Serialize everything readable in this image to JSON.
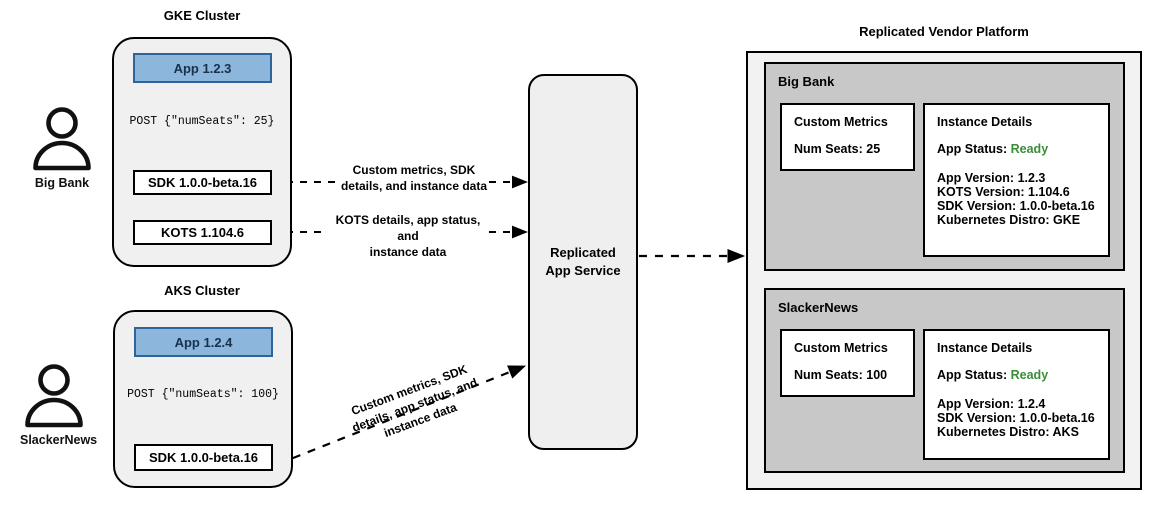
{
  "diagram": {
    "title_gke": "GKE Cluster",
    "title_aks": "AKS Cluster",
    "title_platform": "Replicated Vendor Platform"
  },
  "customers": [
    {
      "name": "Big Bank",
      "icon": "user-icon"
    },
    {
      "name": "SlackerNews",
      "icon": "user-icon"
    }
  ],
  "gke_cluster": {
    "app_label": "App 1.2.3",
    "post_text": "POST {\"numSeats\": 25}",
    "sdk_label": "SDK 1.0.0-beta.16",
    "kots_label": "KOTS 1.104.6"
  },
  "aks_cluster": {
    "app_label": "App 1.2.4",
    "post_text": "POST {\"numSeats\": 100}",
    "sdk_label": "SDK 1.0.0-beta.16"
  },
  "edges": {
    "sdk_to_service": "Custom metrics, SDK\ndetails, and instance data",
    "sdk_to_service_l1": "Custom metrics, SDK",
    "sdk_to_service_l2": "details, and instance data",
    "kots_to_service_l1": "KOTS details, app status, and",
    "kots_to_service_l2": "instance data",
    "aks_to_service_l1": "Custom metrics, SDK",
    "aks_to_service_l2": "details, app status, and",
    "aks_to_service_l3": "instance data"
  },
  "service": {
    "line1": "Replicated",
    "line2": "App Service"
  },
  "platform": {
    "tenants": [
      {
        "name": "Big Bank",
        "custom_metrics": {
          "title": "Custom Metrics",
          "metric_label": "Num Seats: 25"
        },
        "instance_details": {
          "title": "Instance Details",
          "status_label": "App Status:",
          "status_value": "Ready",
          "lines": [
            "App Version: 1.2.3",
            "KOTS Version: 1.104.6",
            "SDK Version: 1.0.0-beta.16",
            "Kubernetes Distro: GKE"
          ]
        }
      },
      {
        "name": "SlackerNews",
        "custom_metrics": {
          "title": "Custom Metrics",
          "metric_label": "Num Seats: 100"
        },
        "instance_details": {
          "title": "Instance Details",
          "status_label": "App Status:",
          "status_value": "Ready",
          "lines": [
            "App Version: 1.2.4",
            "SDK Version: 1.0.0-beta.16",
            "Kubernetes Distro: AKS"
          ]
        }
      }
    ]
  },
  "colors": {
    "app_fill": "#8cb6dc",
    "app_border": "#2f6499",
    "app_text": "#18314d",
    "cluster_fill": "#f0f0f0",
    "tenant_fill": "#c8c8c8",
    "platform_fill": "#f2f2f2",
    "service_fill": "#efefef",
    "status_ready": "#3a8e37",
    "stroke": "#000000"
  }
}
